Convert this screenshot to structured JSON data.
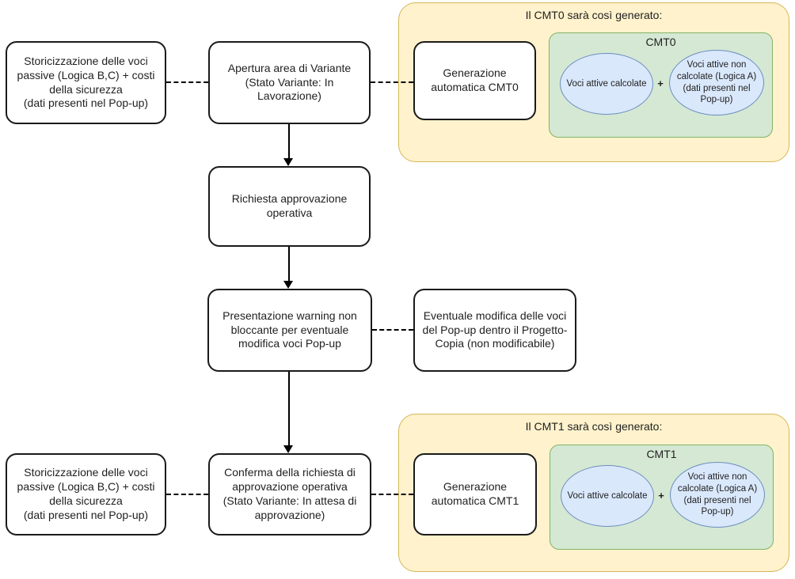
{
  "colors": {
    "panel_bg": "#FFF2CC",
    "panel_border": "#D6B656",
    "group_bg": "#D5E8D4",
    "group_border": "#82B366",
    "ellipse_bg": "#DAE8FC",
    "ellipse_border": "#6C8EBF",
    "box_bg": "#FFFFFF",
    "box_border": "#1A1A1A",
    "text": "#1F1F1F"
  },
  "flow": {
    "hist_top": "Storicizzazione delle voci\npassive (Logica B,C) + costi\ndella sicurezza\n(dati presenti nel Pop-up)",
    "apertura": "Apertura area di Variante\n(Stato Variante: In\nLavorazione)",
    "gen_cmt0": "Generazione\nautomatica CMT0",
    "richiesta": "Richiesta approvazione\noperativa",
    "warning": "Presentazione warning non\nbloccante per eventuale\nmodifica voci Pop-up",
    "eventuale": "Eventuale modifica delle voci\ndel Pop-up dentro il Progetto-\nCopia (non modificabile)",
    "hist_bottom": "Storicizzazione delle voci\npassive (Logica B,C) + costi\ndella sicurezza\n(dati presenti nel Pop-up)",
    "conferma": "Conferma della richiesta di\napprovazione operativa\n(Stato Variante: In attesa di\napprovazione)",
    "gen_cmt1": "Generazione\nautomatica CMT1"
  },
  "cmt0_panel": {
    "title": "Il CMT0 sarà così generato:",
    "group_label": "CMT0",
    "left_ellipse": "Voci attive calcolate",
    "plus": "+",
    "right_ellipse": "Voci attive non\ncalcolate (Logica A)\n(dati presenti nel\nPop-up)"
  },
  "cmt1_panel": {
    "title": "Il CMT1 sarà così generato:",
    "group_label": "CMT1",
    "left_ellipse": "Voci attive calcolate",
    "plus": "+",
    "right_ellipse": "Voci attive non\ncalcolate (Logica A)\n(dati presenti nel\nPop-up)"
  }
}
